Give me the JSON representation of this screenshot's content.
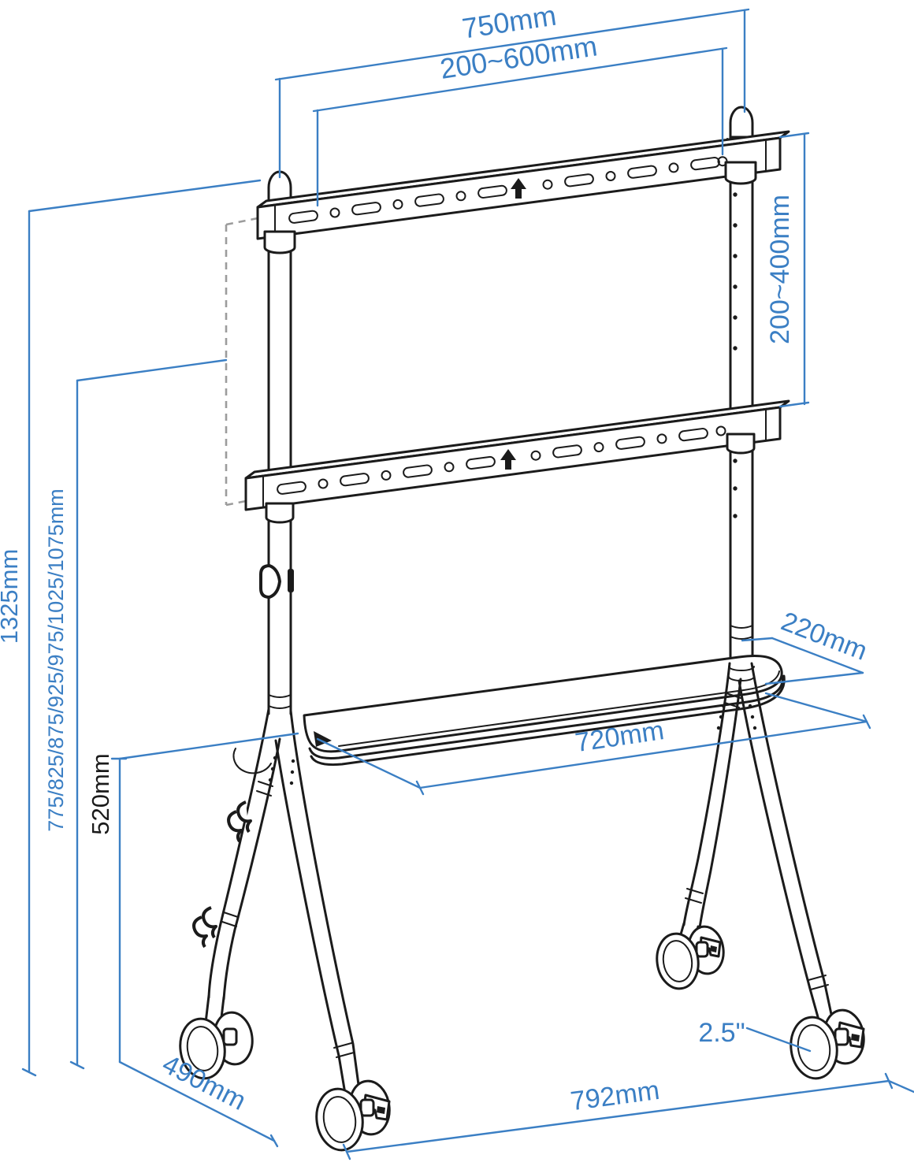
{
  "diagram": {
    "name": "Mobile TV floor stand dimensional drawing",
    "colors": {
      "dimension_blue": "#3b7fc4",
      "outline_black": "#1b1b1b",
      "tv_outline_gray": "#9c9c9c"
    },
    "dimensions": {
      "top_width": "750mm",
      "vesa_width": "200~600mm",
      "vesa_height": "200~400mm",
      "overall_height": "1325mm",
      "display_center_heights": "775/825/875/925/975/1025/1075mm",
      "shelf_height": "520mm",
      "shelf_depth": "220mm",
      "shelf_width": "720mm",
      "base_depth": "490mm",
      "base_width": "792mm",
      "caster_size": "2.5\""
    }
  }
}
